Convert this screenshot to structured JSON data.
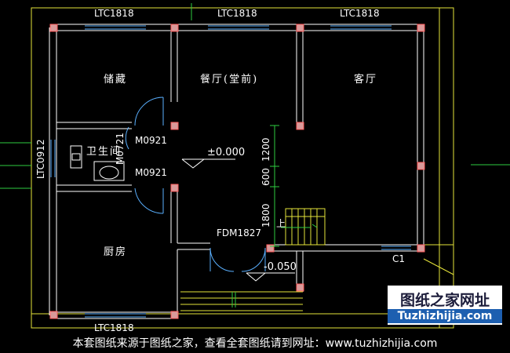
{
  "windows": {
    "top_left": "LTC1818",
    "top_mid": "LTC1818",
    "top_right": "LTC1818",
    "left_side": "LTC0912",
    "bottom_left": "LTC1818",
    "right_bottom": "C1"
  },
  "doors": {
    "upper": "M0921",
    "lower": "M0921",
    "vertical": "M0721",
    "main": "FDM1827"
  },
  "rooms": {
    "storage": "储藏",
    "dining": "餐厅(堂前)",
    "living": "客厅",
    "bathroom": "卫生间",
    "kitchen": "厨房"
  },
  "elevations": {
    "floor": "±0.000",
    "entry": "-0.050"
  },
  "dimensions": {
    "d1": "1200",
    "d2": "600",
    "d3": "1800"
  },
  "stair_label": "上",
  "watermark": {
    "title": "图纸之家网址",
    "url": "Tuzhizhijia.com"
  },
  "footer": "本套图纸来源于图纸之家，查看全套图纸请到网址：www.tuzhizhijia.com"
}
